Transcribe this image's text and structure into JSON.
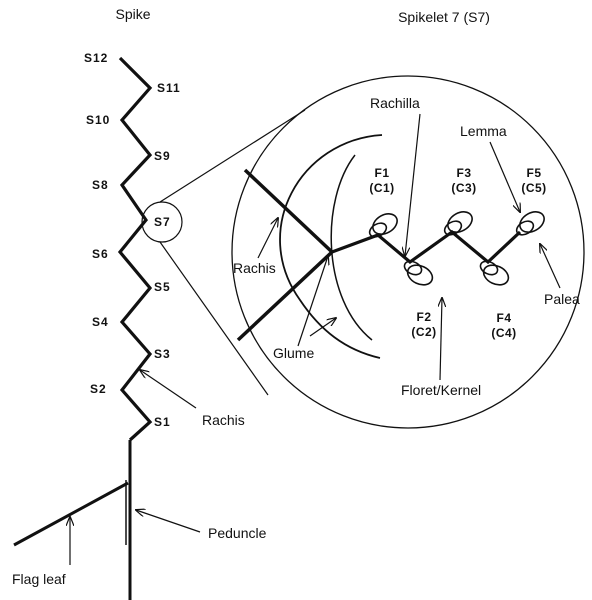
{
  "titles": {
    "spike": "Spike",
    "spikelet": "Spikelet 7 (S7)"
  },
  "spikelets": [
    "S12",
    "S11",
    "S10",
    "S9",
    "S8",
    "S7",
    "S6",
    "S5",
    "S4",
    "S3",
    "S2",
    "S1"
  ],
  "labels": {
    "rachis_left": "Rachis",
    "peduncle": "Peduncle",
    "flag_leaf": "Flag leaf",
    "rachis_zoom": "Rachis",
    "rachilla": "Rachilla",
    "lemma": "Lemma",
    "palea": "Palea",
    "glume": "Glume",
    "floret_kernel": "Floret/Kernel"
  },
  "florets": [
    {
      "f": "F1",
      "c": "(C1)"
    },
    {
      "f": "F2",
      "c": "(C2)"
    },
    {
      "f": "F3",
      "c": "(C3)"
    },
    {
      "f": "F4",
      "c": "(C4)"
    },
    {
      "f": "F5",
      "c": "(C5)"
    }
  ]
}
